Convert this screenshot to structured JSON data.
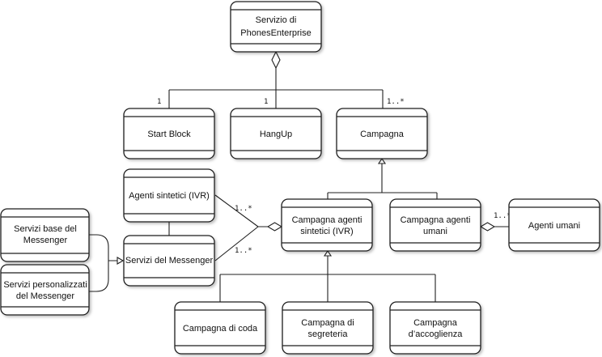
{
  "nodes": {
    "servizio_phones": {
      "lines": [
        "Servizio di",
        "PhonesEnterprise"
      ]
    },
    "start_block": {
      "lines": [
        "Start Block"
      ]
    },
    "hangup": {
      "lines": [
        "HangUp"
      ]
    },
    "campagna": {
      "lines": [
        "Campagna"
      ]
    },
    "agenti_sintetici": {
      "lines": [
        "Agenti sintetici (IVR)"
      ]
    },
    "servizi_messenger": {
      "lines": [
        "Servizi del Messenger"
      ]
    },
    "servizi_base": {
      "lines": [
        "Servizi base del",
        "Messenger"
      ]
    },
    "servizi_personalizzati": {
      "lines": [
        "Servizi personalizzati",
        "del Messenger"
      ]
    },
    "campagna_agenti_sintetici": {
      "lines": [
        "Campagna agenti",
        "sintetici (IVR)"
      ]
    },
    "campagna_agenti_umani": {
      "lines": [
        "Campagna agenti",
        "umani"
      ]
    },
    "agenti_umani": {
      "lines": [
        "Agenti umani"
      ]
    },
    "campagna_coda": {
      "lines": [
        "Campagna di coda"
      ]
    },
    "campagna_segreteria": {
      "lines": [
        "Campagna di",
        "segreteria"
      ]
    },
    "campagna_accoglienza": {
      "lines": [
        "Campagna",
        "d’accoglienza"
      ]
    }
  },
  "multiplicities": {
    "start_block": "1",
    "hangup": "1",
    "campagna": "1..*",
    "agenti_sintetici": "1..*",
    "servizi_messenger": "1..*",
    "agenti_umani": "1..*"
  }
}
